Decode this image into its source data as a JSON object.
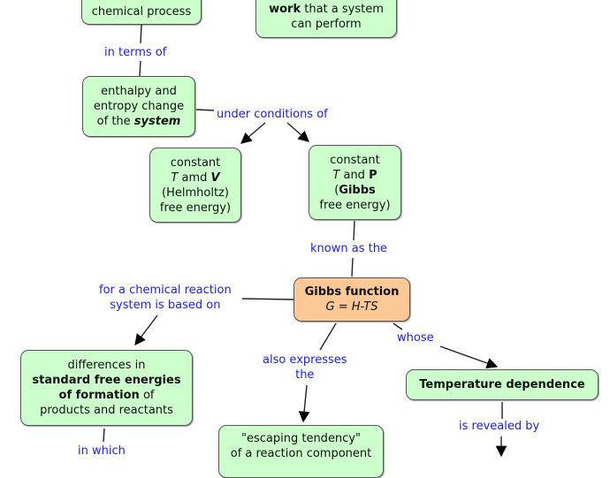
{
  "colors": {
    "concept_fill": "#ccffcc",
    "highlight_fill": "#fcc896",
    "link_text": "#1a1aff",
    "border": "#555555"
  },
  "concepts": {
    "chemical_process": {
      "lines": [
        "chemical process"
      ]
    },
    "work": {
      "line1_bold": "work",
      "line1_rest": " that a system",
      "line2": "can perform"
    },
    "enthalpy_entropy": {
      "line1": "enthalpy and",
      "line2": "entropy change",
      "line3_pre": "of the ",
      "line3_bold_italic": "system"
    },
    "constant_tv": {
      "line1": "constant",
      "line2_italic": "T",
      "line2_mid": " amd ",
      "line2_bold_italic": "V",
      "line3": "(Helmholtz)",
      "line4": "free energy)"
    },
    "constant_tp": {
      "line1": "constant",
      "line2_italic": "T",
      "line2_mid": " and ",
      "line2_bold": "P",
      "line3_pre": "(",
      "line3_bold": "Gibbs",
      "line4": "free energy)"
    },
    "gibbs_function": {
      "title": "Gibbs function",
      "formula": "G = H-TS"
    },
    "differences": {
      "line1": "differences in",
      "line2_bold": "standard free energies",
      "line3_bold": "of formation",
      "line3_rest": " of",
      "line4": "products and reactants"
    },
    "temperature_dependence": {
      "title": "Temperature dependence"
    },
    "escaping_tendency": {
      "line1": "\"escaping tendency\"",
      "line2": "of a reaction component"
    }
  },
  "links": {
    "in_terms_of": "in terms of",
    "under_conditions_of": "under conditions of",
    "known_as_the": "known as the",
    "for_a_chemical_reaction": [
      "for a chemical reaction",
      "system is based on"
    ],
    "whose": "whose",
    "also_expresses": [
      "also expresses",
      "the"
    ],
    "is_revealed_by": "is revealed by",
    "in_which": "in which"
  }
}
